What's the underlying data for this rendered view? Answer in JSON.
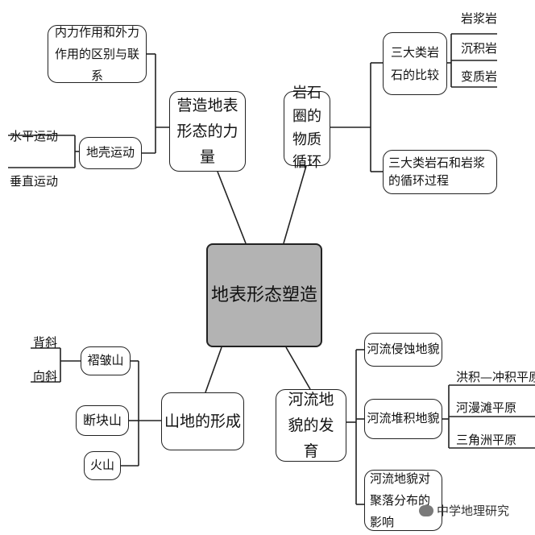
{
  "center": "地表形态塑造",
  "topics": {
    "forces": "营造地表形态的力量",
    "rock_cycle": "岩石圈的物质循环",
    "mountains": "山地的形成",
    "river": "河流地貌的发育"
  },
  "forces_branch": {
    "internal_external": "内力作用和外力作用的区别与联系",
    "crust_movement": "地壳运动",
    "horizontal": "水平运动",
    "vertical": "垂直运动"
  },
  "rock_branch": {
    "three_rocks_compare": "三大类岩石的比较",
    "igneous": "岩浆岩",
    "sedimentary": "沉积岩",
    "metamorphic": "变质岩",
    "cycle": "三大类岩石和岩浆的循环过程"
  },
  "mountain_branch": {
    "fold": "褶皱山",
    "anticline": "背斜",
    "syncline": "向斜",
    "fault_block": "断块山",
    "volcano": "火山"
  },
  "river_branch": {
    "erosion": "河流侵蚀地貌",
    "deposition": "河流堆积地貌",
    "alluvial_fan": "洪积—冲积平原",
    "floodplain": "河漫滩平原",
    "delta": "三角洲平原",
    "settlement": "河流地貌对聚落分布的影响"
  },
  "watermark": "中学地理研究"
}
